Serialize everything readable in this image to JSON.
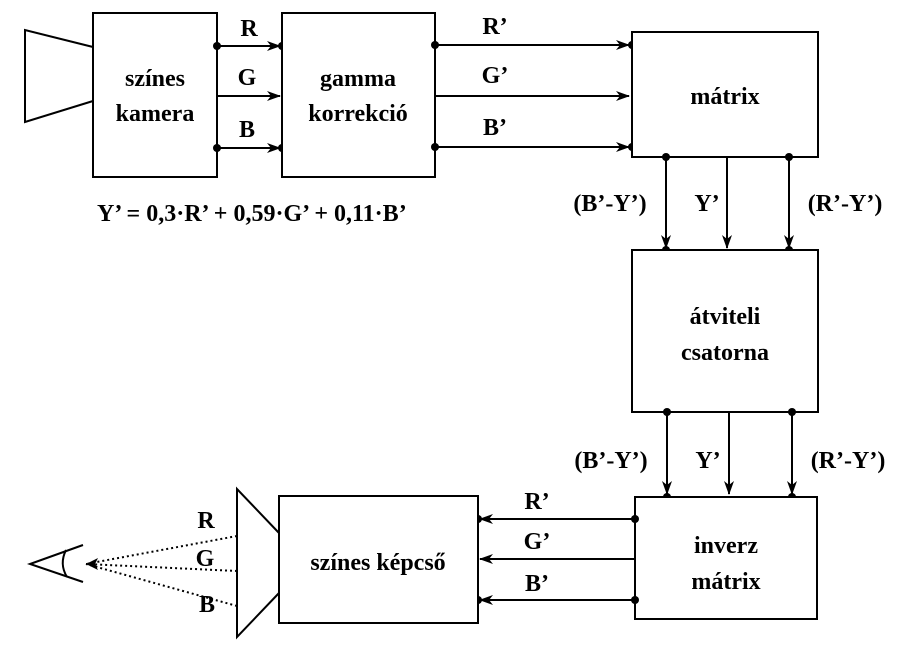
{
  "blocks": {
    "camera": [
      "színes",
      "kamera"
    ],
    "gamma": [
      "gamma",
      "korrekció"
    ],
    "matrix": [
      "mátrix"
    ],
    "channel": [
      "átviteli",
      "csatorna"
    ],
    "inverse": [
      "inverz",
      "mátrix"
    ],
    "crt": [
      "színes képcső"
    ]
  },
  "signals": {
    "camera_out": [
      "R",
      "G",
      "B"
    ],
    "gamma_out": [
      "R’",
      "G’",
      "B’"
    ],
    "matrix_out": [
      "(B’-Y’)",
      "Y’",
      "(R’-Y’)"
    ],
    "channel_out": [
      "(B’-Y’)",
      "Y’",
      "(R’-Y’)"
    ],
    "inverse_out": [
      "R’",
      "G’",
      "B’"
    ],
    "light_rays": [
      "R",
      "G",
      "B"
    ]
  },
  "formula": "Y’ = 0,3·R’ + 0,59·G’ + 0,11·B’"
}
